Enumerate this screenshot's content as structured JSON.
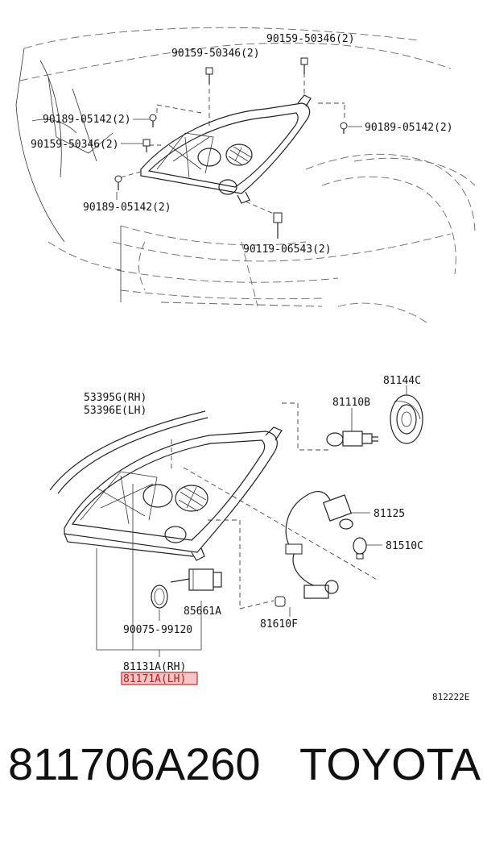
{
  "diagram": {
    "top_labels": {
      "bolt_top_left": "90159-50346(2)",
      "bolt_top_right": "90159-50346(2)",
      "clip_left_upper": "90189-05142(2)",
      "clip_right": "90189-05142(2)",
      "bolt_left": "90159-50346(2)",
      "clip_left_lower": "90189-05142(2)",
      "nut_bottom": "90119-06543(2)"
    },
    "bottom_labels": {
      "molding_rh": "53395G(RH)",
      "molding_lh": "53396E(LH)",
      "bulb_socket_cover": "81144C",
      "bulb": "81110B",
      "socket_wire": "81125",
      "bulb_small": "81510C",
      "actuator": "85661A",
      "gasket": "90075-99120",
      "bulb_wedge": "81610F",
      "assy_rh": "81131A(RH)",
      "assy_lh": "81171A(LH)"
    },
    "figure_code": "812222E"
  },
  "footer": {
    "part_number": "811706A260",
    "brand": "TOYOTA"
  },
  "colors": {
    "highlight_fill": "#f4c6c6",
    "highlight_stroke": "#d02020"
  }
}
